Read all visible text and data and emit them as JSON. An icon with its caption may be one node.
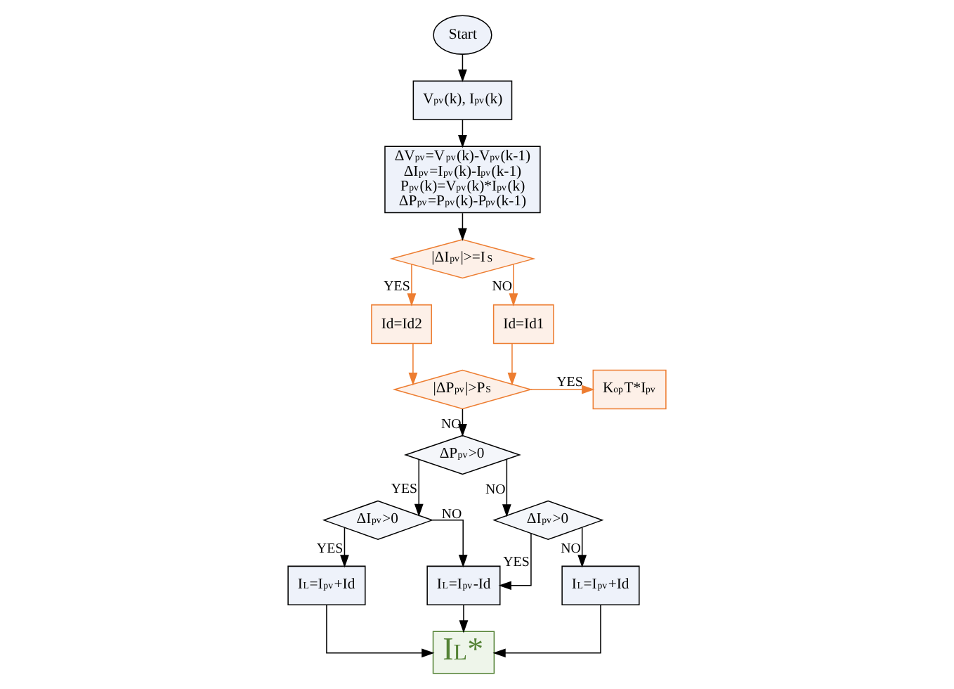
{
  "diagram": {
    "nodes": [
      {
        "text": [
          "Start"
        ]
      },
      {
        "text": [
          "V$_{pv}$(k), I$_{pv}$(k)"
        ]
      },
      {
        "text": [
          "ΔV$_{pv}$=V$_{pv}$(k)-V$_{pv}$(k-1)",
          "ΔI$_{pv}$=I$_{pv}$(k)-I$_{pv}$(k-1)",
          "P$_{pv}$(k)=V$_{pv}$(k)*I$_{pv}$(k)",
          "ΔP$_{pv}$=P$_{pv}$(k)-P$_{pv}$(k-1)"
        ]
      },
      {
        "text": [
          "|ΔI$_{pv}$|>=I$_{S}$"
        ]
      },
      {
        "text": [
          "Id=Id2"
        ]
      },
      {
        "text": [
          "Id=Id1"
        ]
      },
      {
        "text": [
          "|ΔP$_{pv}$|>P$_{S}$"
        ]
      },
      {
        "text": [
          "K$_{op}$T*I$_{pv}$"
        ]
      },
      {
        "text": [
          "ΔP$_{pv}$>0"
        ]
      },
      {
        "text": [
          "ΔI$_{pv}$>0"
        ]
      },
      {
        "text": [
          "ΔI$_{pv}$>0"
        ]
      },
      {
        "text": [
          "I$_{L}$=I$_{pv}$+Id"
        ]
      },
      {
        "text": [
          "I$_{L}$=I$_{pv}$-Id"
        ]
      },
      {
        "text": [
          "I$_{L}$=I$_{pv}$+Id"
        ]
      },
      {
        "text": [
          "I$_{L}$*"
        ]
      }
    ],
    "edges": [
      {
        "from": 0,
        "to": 1,
        "arrow": "to"
      },
      {
        "from": 1,
        "to": 2,
        "arrow": "to"
      },
      {
        "from": 2,
        "to": 3,
        "arrow": "to"
      },
      {
        "from": 3,
        "to": 4,
        "arrow": "to",
        "label": "YES",
        "color": "#ed7d31"
      },
      {
        "from": 3,
        "to": 5,
        "arrow": "to",
        "label": "NO",
        "color": "#ed7d31"
      },
      {
        "from": 4,
        "to": 6,
        "arrow": "to",
        "color": "#ed7d31"
      },
      {
        "from": 5,
        "to": 6,
        "arrow": "to",
        "color": "#ed7d31"
      },
      {
        "from": 6,
        "to": 7,
        "arrow": "to",
        "label": "YES",
        "color": "#ed7d31"
      },
      {
        "from": 6,
        "to": 8,
        "arrow": "to",
        "label": "NO"
      },
      {
        "from": 8,
        "to": 9,
        "arrow": "to",
        "label": "YES"
      },
      {
        "from": 8,
        "to": 10,
        "arrow": "to",
        "label": "NO"
      },
      {
        "from": 9,
        "to": 11,
        "arrow": "to",
        "label": "YES"
      },
      {
        "from": 9,
        "to": 12,
        "arrow": "to",
        "label": "NO"
      },
      {
        "from": 10,
        "to": 12,
        "arrow": "to",
        "label": "YES"
      },
      {
        "from": 10,
        "to": 13,
        "arrow": "to",
        "label": "NO"
      },
      {
        "from": 11,
        "to": 14,
        "arrow": "to"
      },
      {
        "from": 12,
        "to": 14,
        "arrow": "to"
      },
      {
        "from": 13,
        "to": 14,
        "arrow": "to"
      }
    ]
  }
}
